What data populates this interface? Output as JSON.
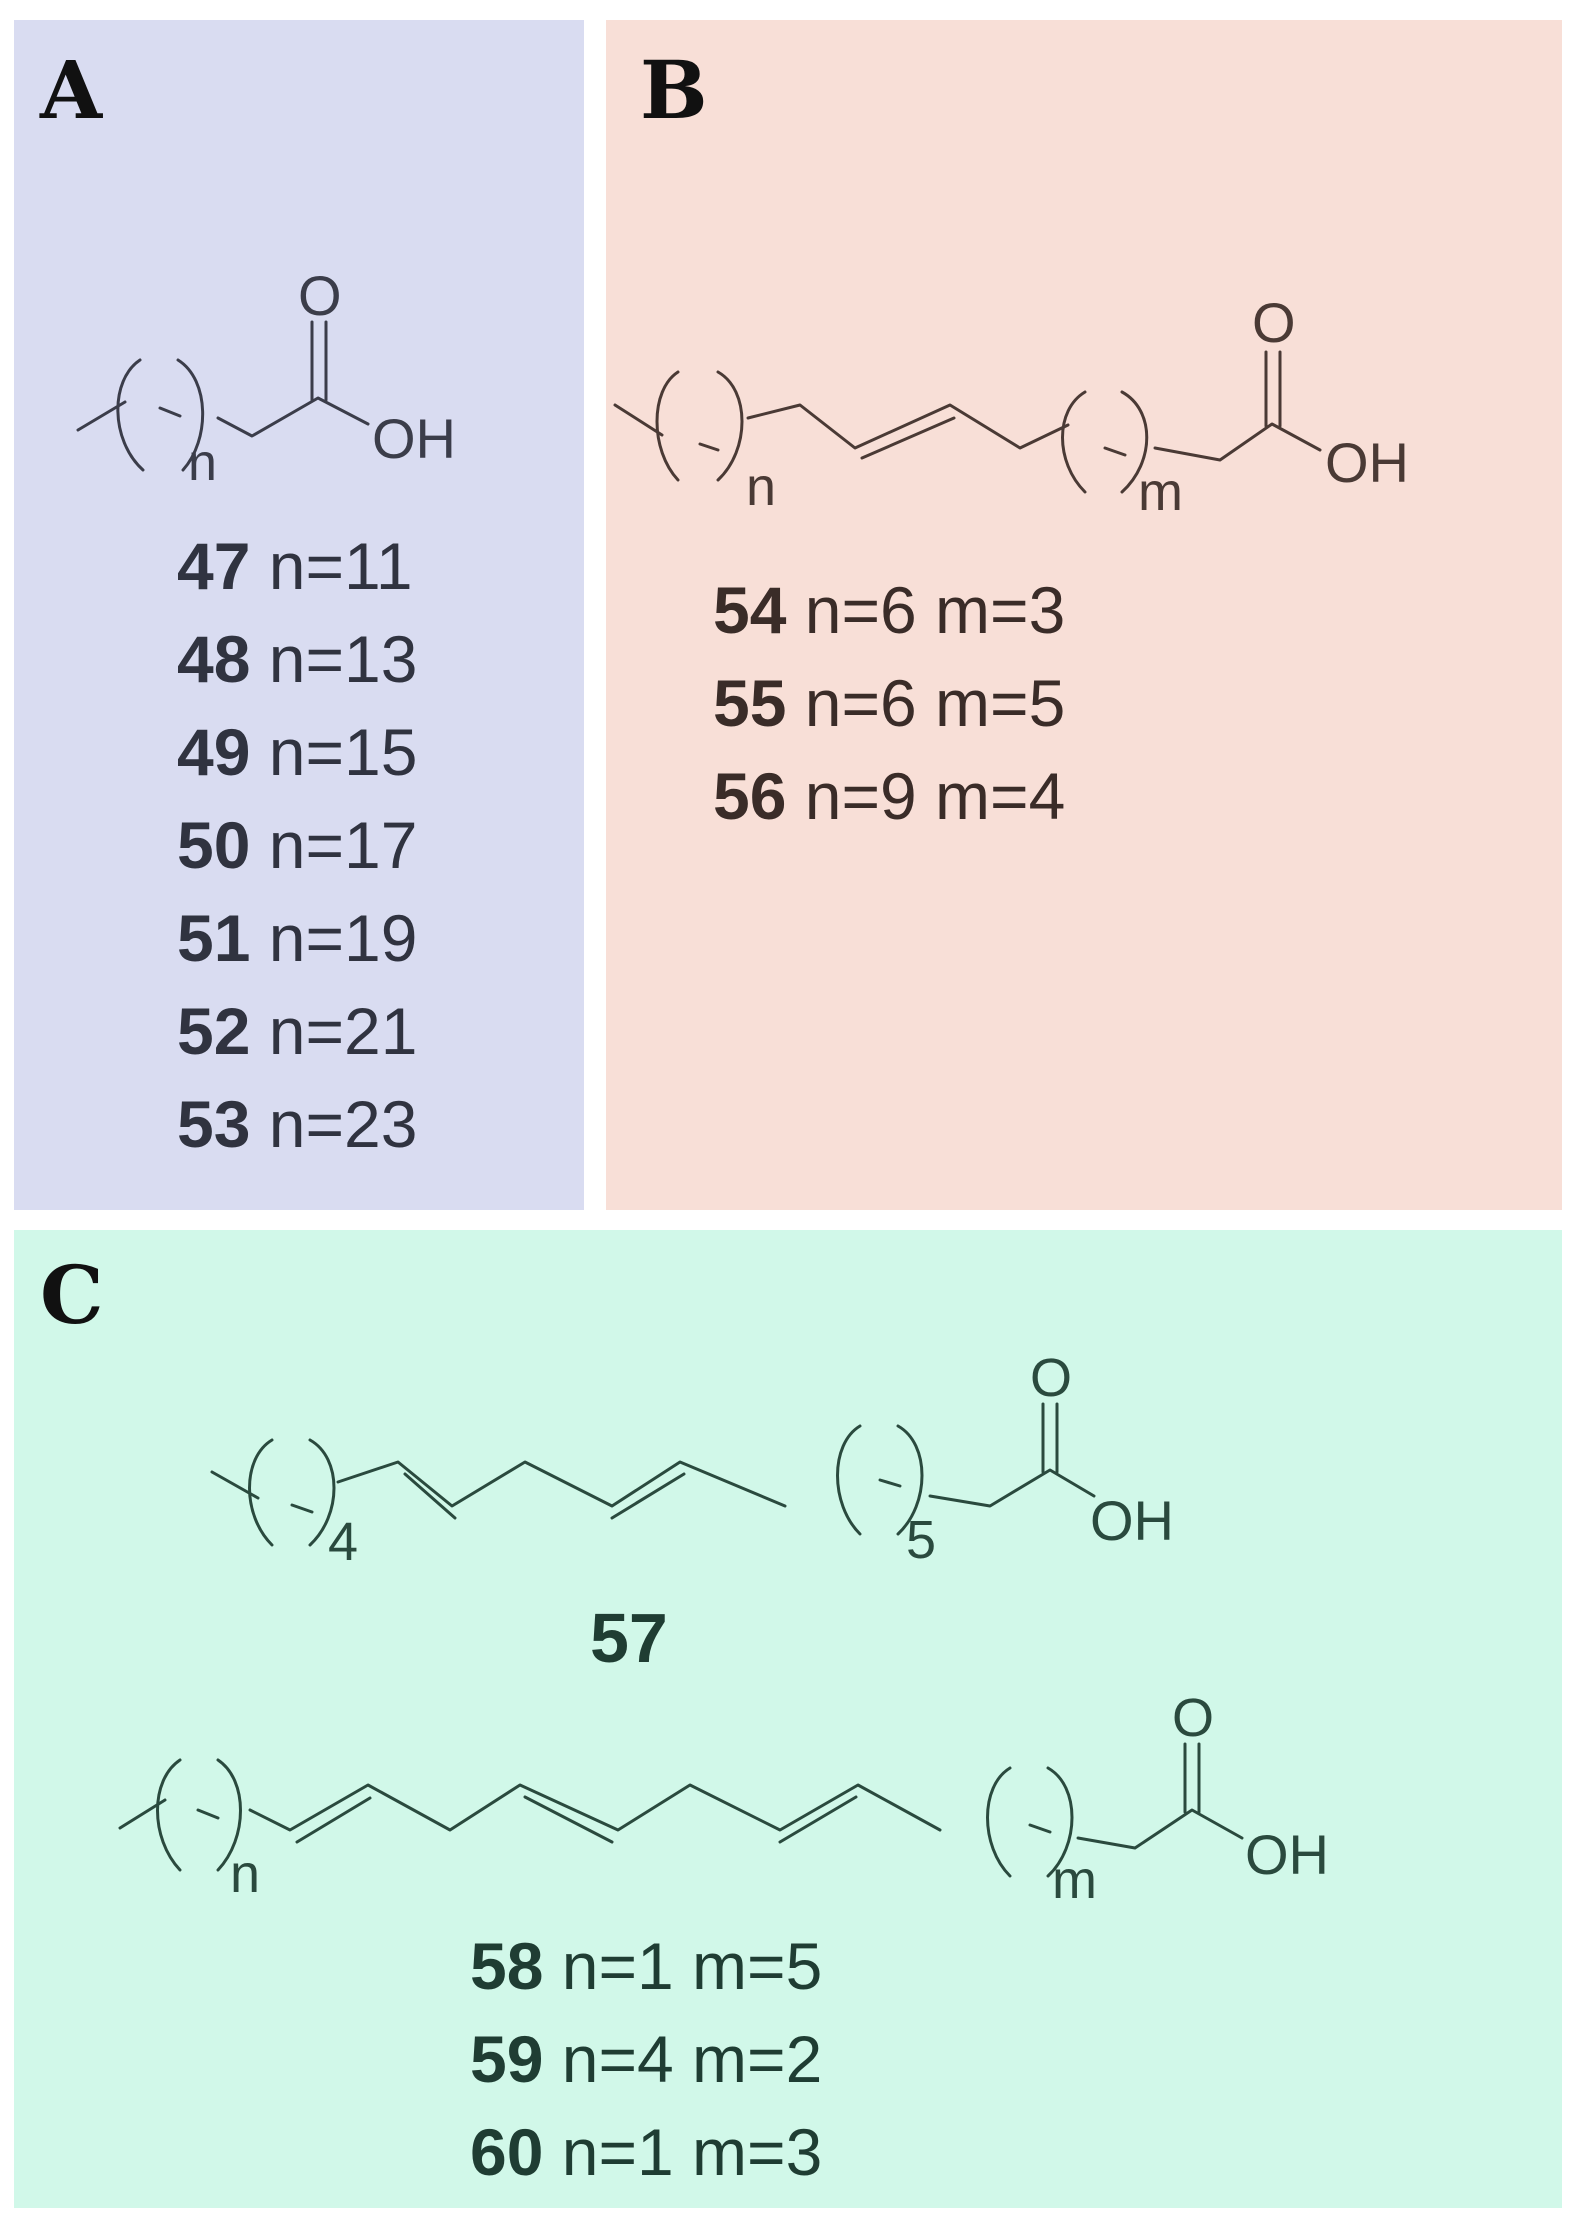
{
  "colors": {
    "panel_a_bg": "#d9dcf1",
    "panel_b_bg": "#f8dfd7",
    "panel_c_bg": "#d1f8e9",
    "bond_a": "#3b3d4a",
    "bond_b": "#4a3a35",
    "bond_c": "#2a4a3e"
  },
  "panels": {
    "a": {
      "letter": "A",
      "atoms": {
        "carbonyl_o": "O",
        "hydroxyl": "OH",
        "index_n": "n"
      },
      "compounds": [
        {
          "id": "47",
          "params": "n=11"
        },
        {
          "id": "48",
          "params": "n=13"
        },
        {
          "id": "49",
          "params": "n=15"
        },
        {
          "id": "50",
          "params": "n=17"
        },
        {
          "id": "51",
          "params": "n=19"
        },
        {
          "id": "52",
          "params": "n=21"
        },
        {
          "id": "53",
          "params": "n=23"
        }
      ]
    },
    "b": {
      "letter": "B",
      "atoms": {
        "carbonyl_o": "O",
        "hydroxyl": "OH",
        "index_n": "n",
        "index_m": "m"
      },
      "compounds": [
        {
          "id": "54",
          "params": "n=6 m=3"
        },
        {
          "id": "55",
          "params": "n=6 m=5"
        },
        {
          "id": "56",
          "params": "n=9 m=4"
        }
      ]
    },
    "c": {
      "letter": "C",
      "structure_1": {
        "atoms": {
          "carbonyl_o": "O",
          "hydroxyl": "OH",
          "index_1": "4",
          "index_2": "5"
        },
        "label": "57"
      },
      "structure_2": {
        "atoms": {
          "carbonyl_o": "O",
          "hydroxyl": "OH",
          "index_n": "n",
          "index_m": "m"
        }
      },
      "compounds": [
        {
          "id": "58",
          "params": "n=1 m=5"
        },
        {
          "id": "59",
          "params": "n=4 m=2"
        },
        {
          "id": "60",
          "params": "n=1 m=3"
        }
      ]
    }
  }
}
